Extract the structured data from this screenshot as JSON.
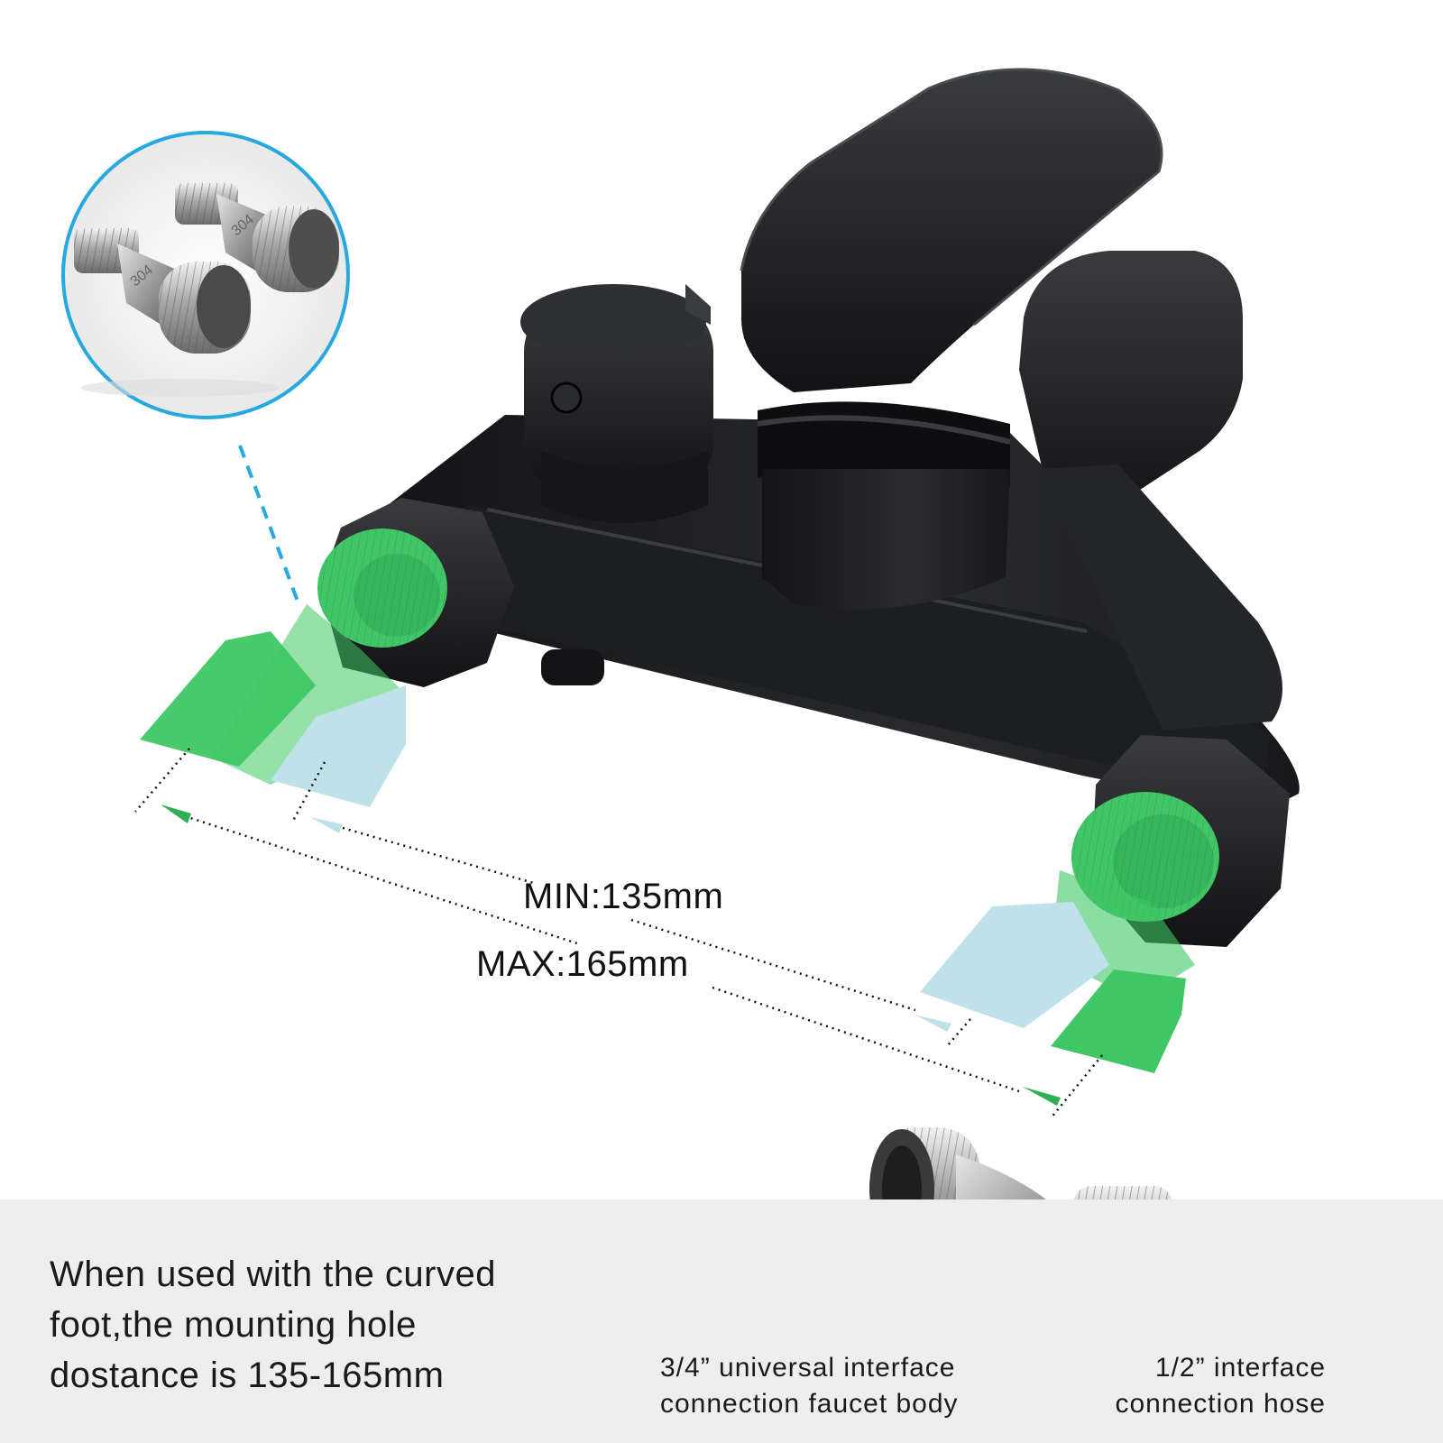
{
  "dimension": {
    "min_label": "MIN:135mm",
    "max_label": "MAX:165mm"
  },
  "note": {
    "lines": [
      "When used with the curved",
      "foot,the mounting hole",
      "dostance is 135-165mm"
    ]
  },
  "connectors": {
    "body_side": [
      "3/4” universal interface",
      "connection faucet body"
    ],
    "hose_side": [
      "1/2” interface",
      "connection hose"
    ],
    "stamp": "304"
  },
  "colors": {
    "faucet": "#1c1d1f",
    "green": "#3fc765",
    "light_blue": "#bfe2ea",
    "callout": "#27a9e0"
  }
}
